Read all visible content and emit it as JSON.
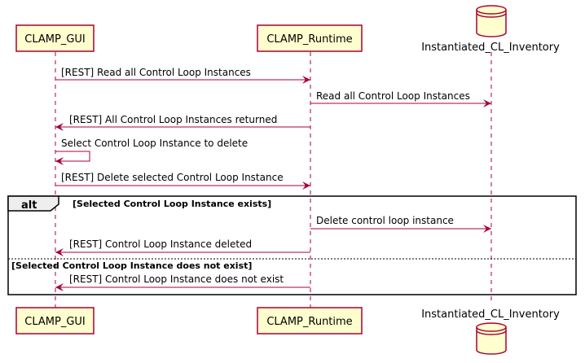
{
  "colors": {
    "participant_fill": "#FEFECE",
    "participant_stroke": "#A80036",
    "arrow": "#A80036",
    "text": "#000000",
    "frame": "#000000",
    "alt_header_fill": "#EEEEEE"
  },
  "participants": [
    {
      "id": "gui",
      "label": "CLAMP_GUI",
      "kind": "box"
    },
    {
      "id": "runtime",
      "label": "CLAMP_Runtime",
      "kind": "box"
    },
    {
      "id": "inventory",
      "label": "Instantiated_CL_Inventory",
      "kind": "database",
      "icon": "database-icon"
    }
  ],
  "messages": [
    {
      "from": "gui",
      "to": "runtime",
      "label": "[REST] Read all Control Loop Instances"
    },
    {
      "from": "runtime",
      "to": "inventory",
      "label": "Read all Control Loop Instances"
    },
    {
      "from": "runtime",
      "to": "gui",
      "label": "[REST] All Control Loop Instances returned"
    },
    {
      "from": "gui",
      "to": "gui",
      "label": "Select Control Loop Instance to delete"
    },
    {
      "from": "gui",
      "to": "runtime",
      "label": "[REST] Delete selected Control Loop Instance"
    },
    {
      "from": "runtime",
      "to": "inventory",
      "label": "Delete control loop instance"
    },
    {
      "from": "runtime",
      "to": "gui",
      "label": "[REST] Control Loop Instance deleted"
    },
    {
      "from": "runtime",
      "to": "gui",
      "label": "[REST] Control Loop Instance does not exist"
    }
  ],
  "alt_block": {
    "keyword": "alt",
    "guard": "[Selected Control Loop Instance exists]",
    "else_guard": "[Selected Control Loop Instance does not exist]"
  }
}
